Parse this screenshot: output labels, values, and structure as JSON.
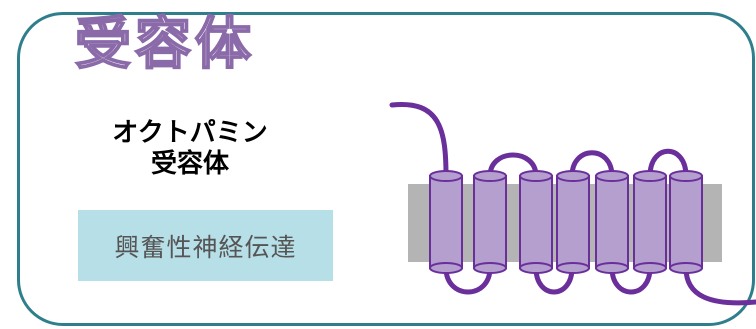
{
  "title": "受容体",
  "receptor_name": {
    "line1": "オクトパミン",
    "line2": "受容体"
  },
  "pathway": "興奮性神経伝達",
  "colors": {
    "border": "#2f7e8c",
    "title_outline": "#8a6aa8",
    "membrane": "#b4b4b4",
    "helix_fill": "#b49fcf",
    "helix_stroke": "#6a2f9b",
    "chain": "#6a2f9b",
    "pathway_box": "#b7dfe7"
  },
  "icons": {
    "receptor": "seven-transmembrane-receptor-icon"
  }
}
